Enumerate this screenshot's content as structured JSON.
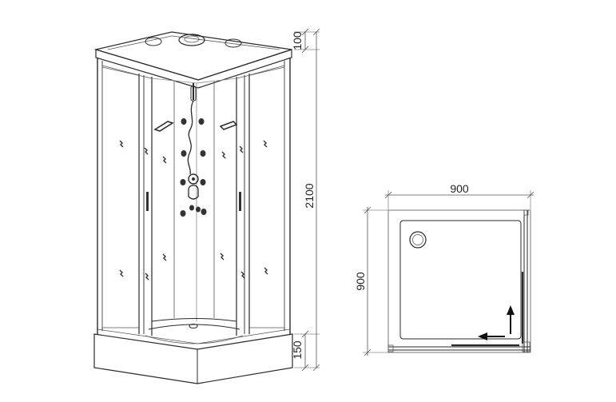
{
  "dimensions": {
    "roof_height": "100",
    "total_height": "2100",
    "tray_height": "150",
    "plan_width": "900",
    "plan_depth": "900"
  },
  "colors": {
    "line": "#2a2a2a",
    "background": "#ffffff"
  }
}
